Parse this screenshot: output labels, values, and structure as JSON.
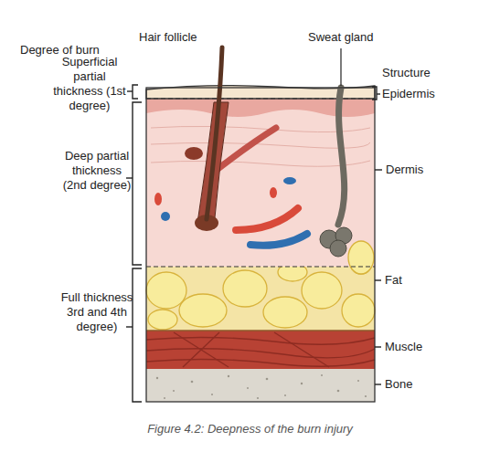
{
  "diagram": {
    "caption": "Figure 4.2: Deepness of the burn injury",
    "labels": [
      "Degree of burn",
      "Hair follicle",
      "Sweat gland",
      "Structure",
      "Superficial partial thickness (1st degree)",
      "Epidermis",
      "Deep partial thickness (2nd degree)",
      "Dermis",
      "Fat",
      "Full thickness 3rd and 4th degree)",
      "Muscle",
      "Bone"
    ]
  }
}
